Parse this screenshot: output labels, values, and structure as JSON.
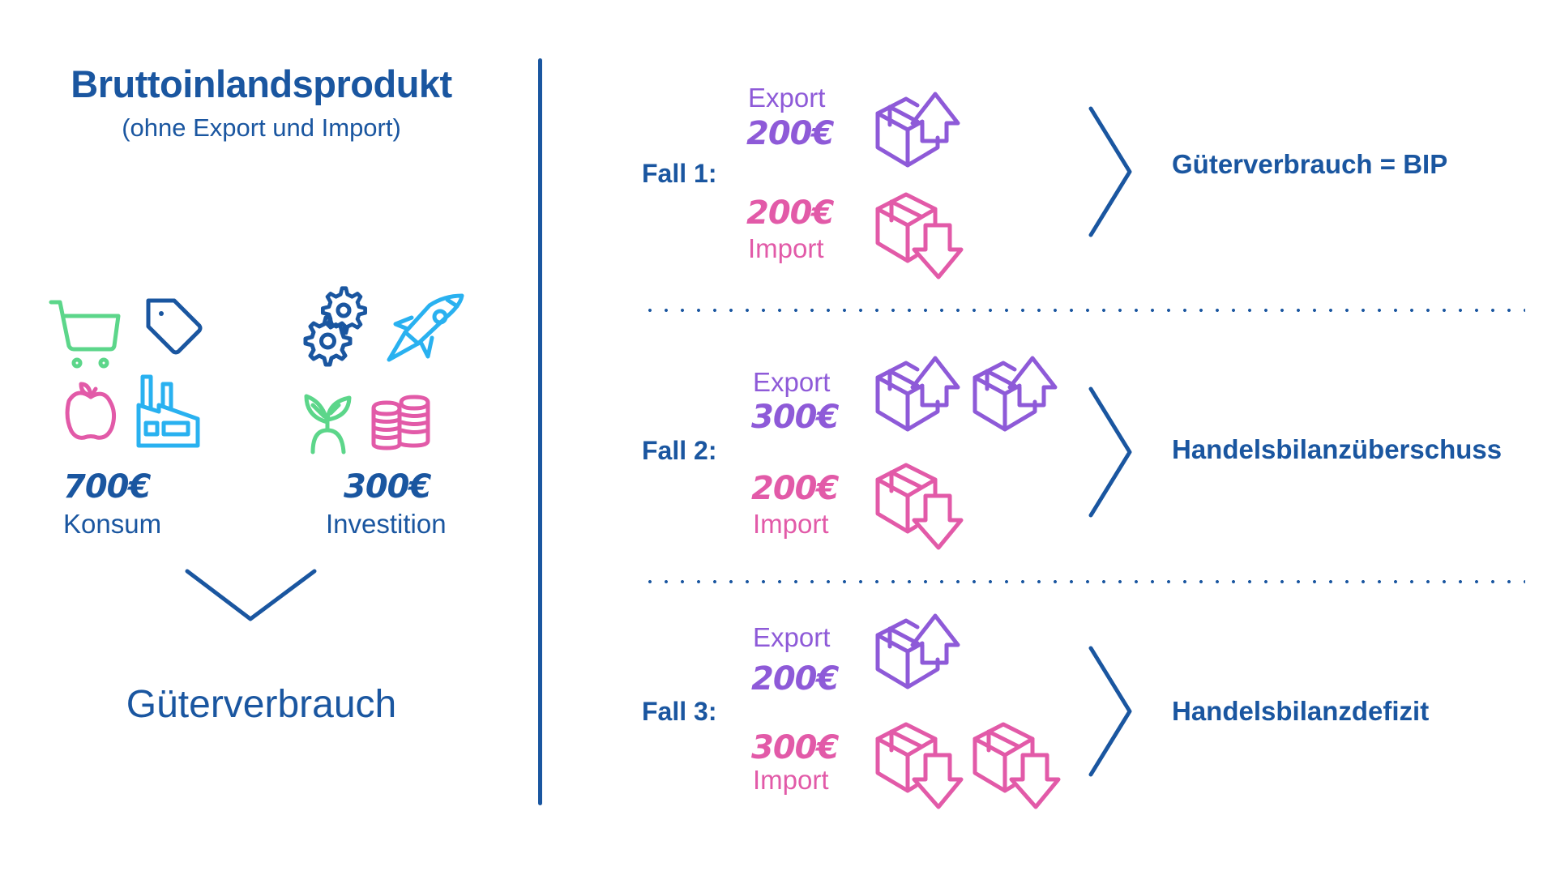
{
  "left": {
    "title": "Bruttoinlandsprodukt",
    "subtitle": "(ohne Export und Import)",
    "konsum": {
      "amount": "700€",
      "label": "Konsum",
      "icons": [
        "shopping-cart-icon",
        "price-tag-icon",
        "apple-icon",
        "factory-icon"
      ]
    },
    "investition": {
      "amount": "300€",
      "label": "Investition",
      "icons": [
        "gears-icon",
        "rocket-icon",
        "sprout-icon",
        "coin-stacks-icon"
      ]
    },
    "result": "Güterverbrauch"
  },
  "cases": [
    {
      "label": "Fall 1:",
      "export_label": "Export",
      "export_amount": "200€",
      "export_boxes": 1,
      "import_amount": "200€",
      "import_label": "Import",
      "import_boxes": 1,
      "result": "Güterverbrauch = BIP"
    },
    {
      "label": "Fall 2:",
      "export_label": "Export",
      "export_amount": "300€",
      "export_boxes": 2,
      "import_amount": "200€",
      "import_label": "Import",
      "import_boxes": 1,
      "result": "Handelsbilanzüberschuss"
    },
    {
      "label": "Fall 3:",
      "export_label": "Export",
      "export_amount": "200€",
      "export_boxes": 1,
      "import_amount": "300€",
      "import_label": "Import",
      "import_boxes": 2,
      "result": "Handelsbilanzdefizit"
    }
  ],
  "colors": {
    "primary": "#1a56a0",
    "export": "#8e5ad8",
    "import": "#e25aa8",
    "green": "#5cd68a",
    "light_blue": "#29b1f0"
  }
}
